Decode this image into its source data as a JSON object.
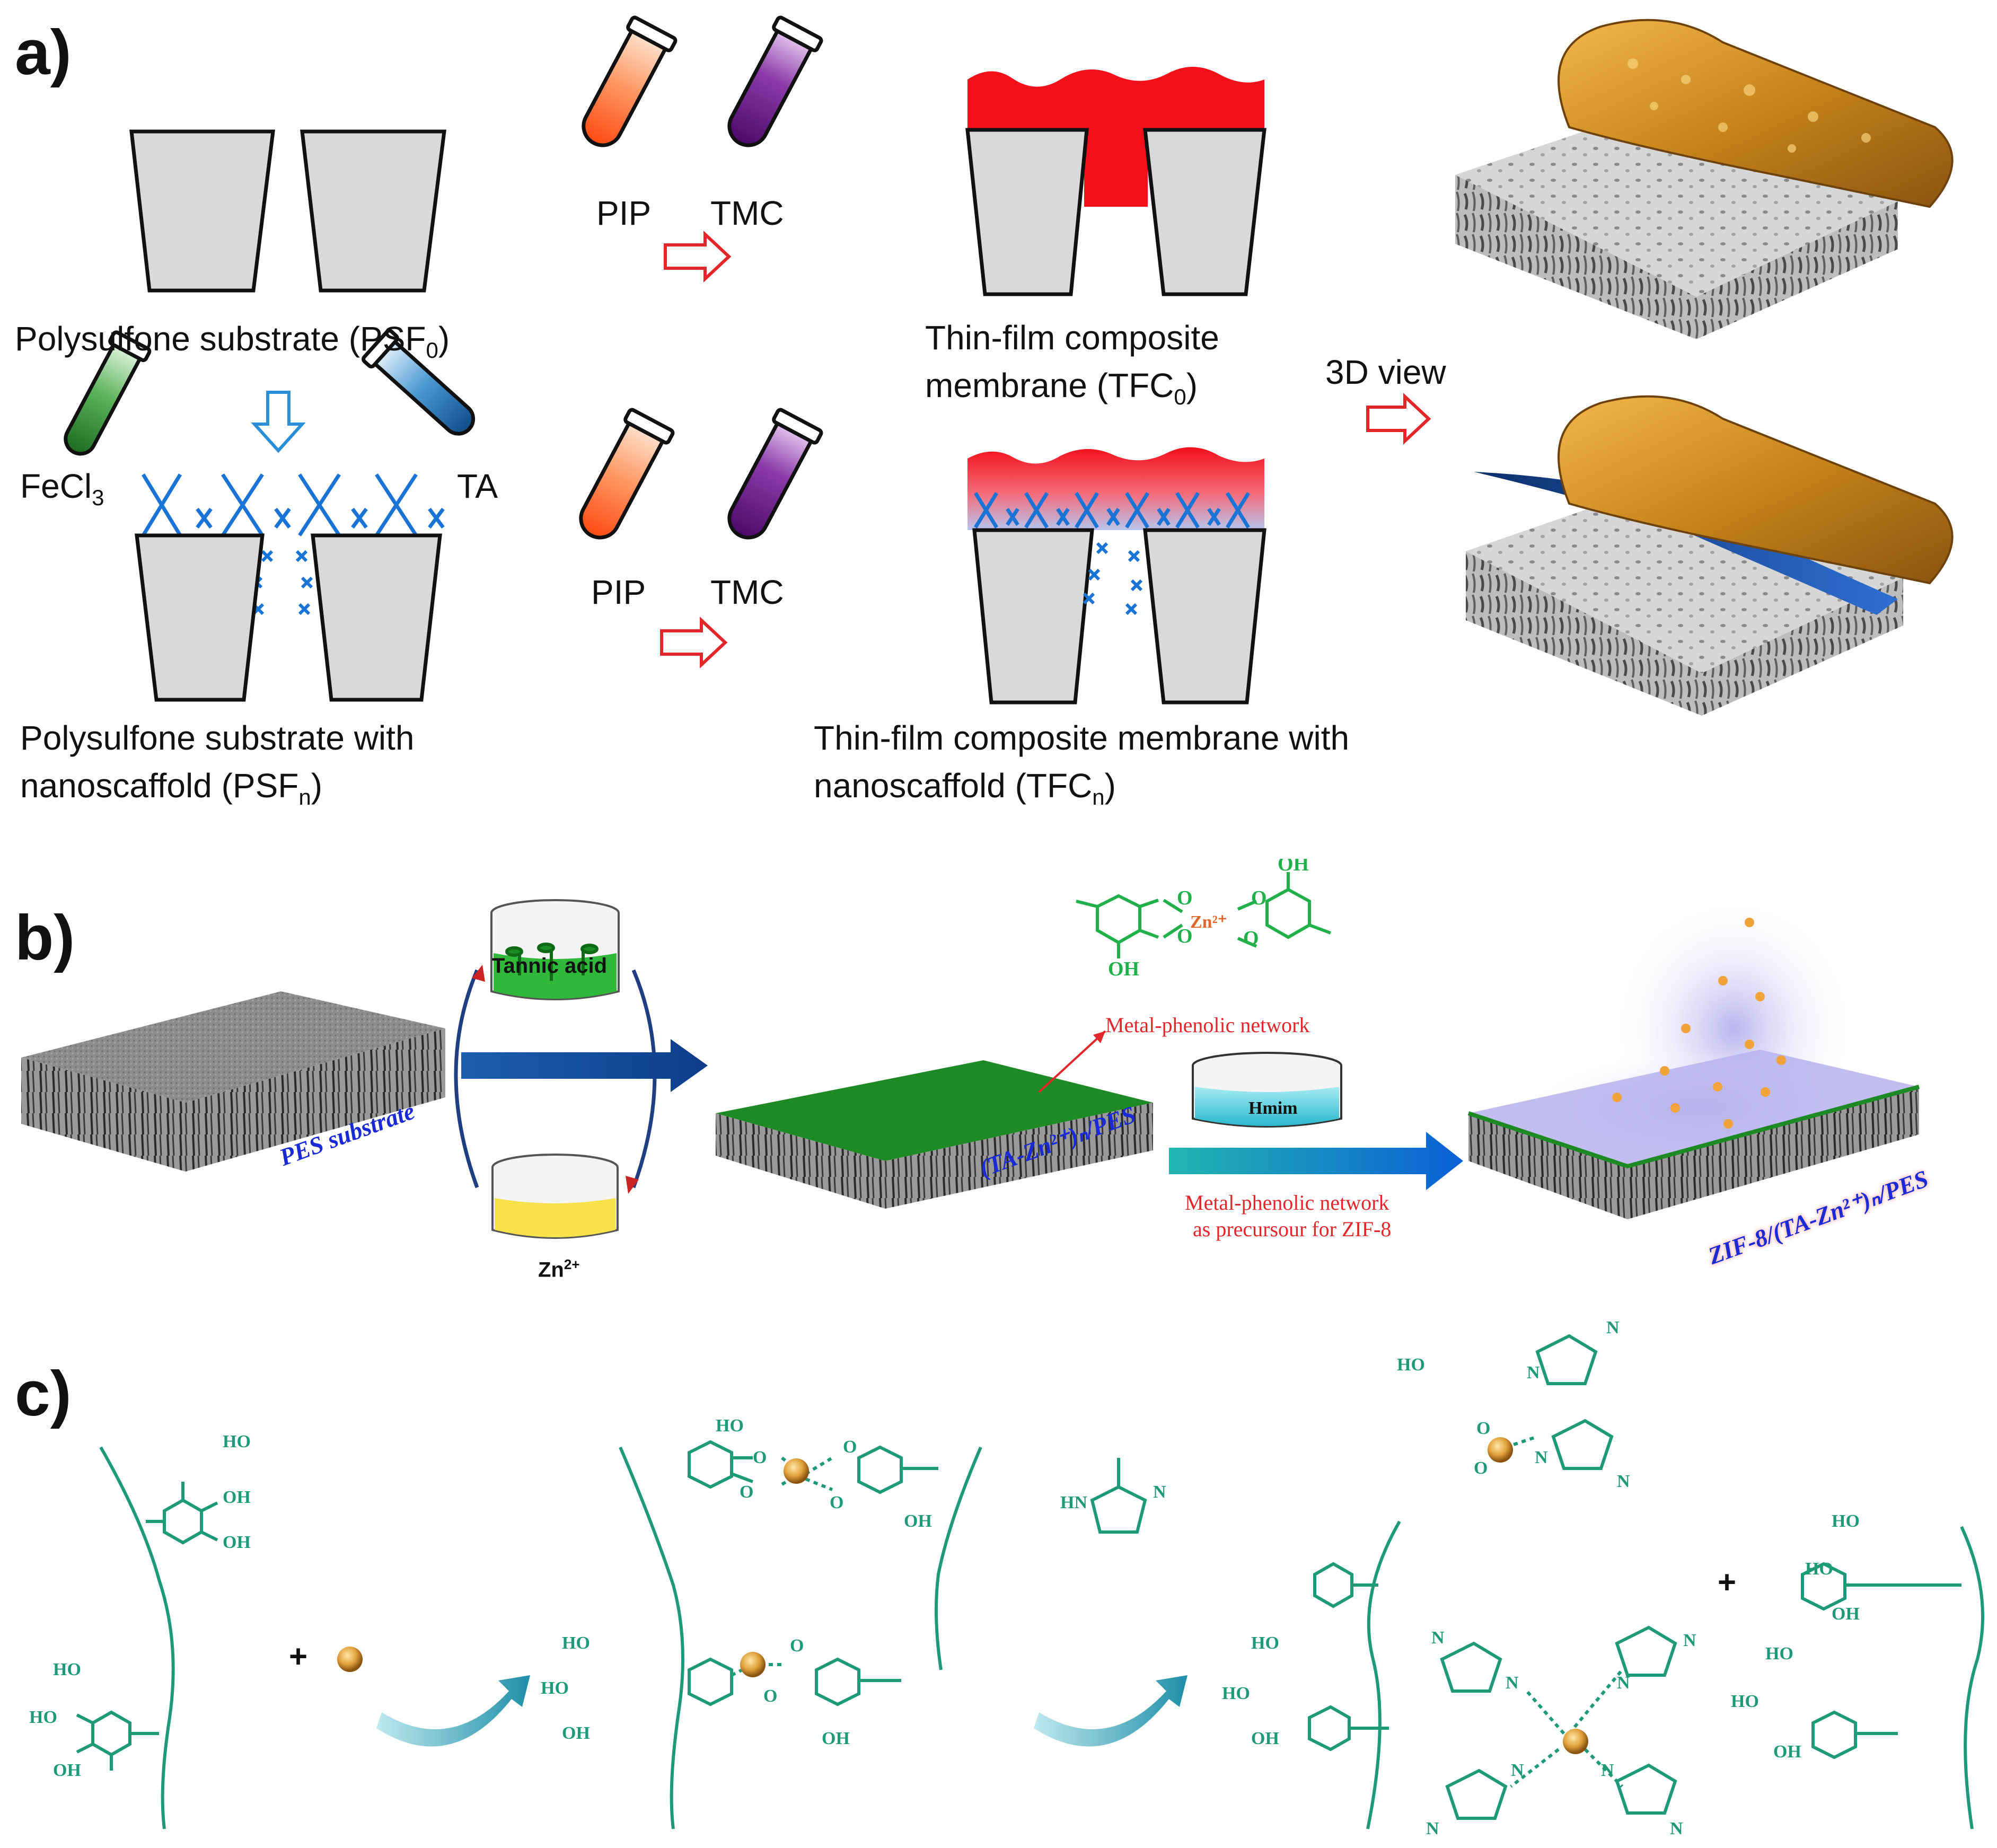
{
  "panel_a": {
    "letter": "a)",
    "psf0_label": "Polysulfone substrate (PSF",
    "psf0_sub": "0",
    "psfn_label_line1": "Polysulfone substrate with",
    "psfn_label_line2": "nanoscaffold (PSF",
    "psfn_sub": "n",
    "fecl3_label": "FeCl",
    "fecl3_sub": "3",
    "ta_label": "TA",
    "pip_top": "PIP",
    "tmc_top": "TMC",
    "pip_bottom": "PIP",
    "tmc_bottom": "TMC",
    "tfc0_line1": "Thin-film composite",
    "tfc0_line2": "membrane (TFC",
    "tfc0_sub": "0",
    "tfcn_line1": "Thin-film composite membrane with",
    "tfcn_line2": "nanoscaffold (TFC",
    "tfcn_sub": "n",
    "view3d_label": "3D view"
  },
  "panel_b": {
    "letter": "b)",
    "tannic_acid": "Tannic acid",
    "zn_label": "Zn",
    "zn_sup": "2+",
    "pes_substrate": "PES substrate",
    "ta_zn_pes": "(TA-Zn²⁺)ₙ/PES",
    "metal_phenolic": "Metal-phenolic network",
    "hmim": "Hmim",
    "precursor_line1": "Metal-phenolic network",
    "precursor_line2": "as precursour for ZIF-8",
    "zif8_label": "ZIF-8/(TA-Zn²⁺)ₙ/PES",
    "zn_ion": "Zn²⁺",
    "oh": "OH",
    "o": "O"
  },
  "panel_c": {
    "letter": "c)",
    "plus": "+",
    "ho": "HO",
    "oh": "OH",
    "o": "O",
    "n": "N",
    "hn": "HN",
    "zn": "Zn²⁺"
  },
  "colors": {
    "substrate_gray": "#d9d9d9",
    "pa_red": "#f2101b",
    "scaffold_blue": "#1a74d6",
    "arrow_red": "#e3262a",
    "arrow_blue": "#2b8fd8",
    "chem_green": "#1f9a78",
    "mpn_green": "#2e8b2e",
    "label_blue": "#1a2bd6"
  }
}
